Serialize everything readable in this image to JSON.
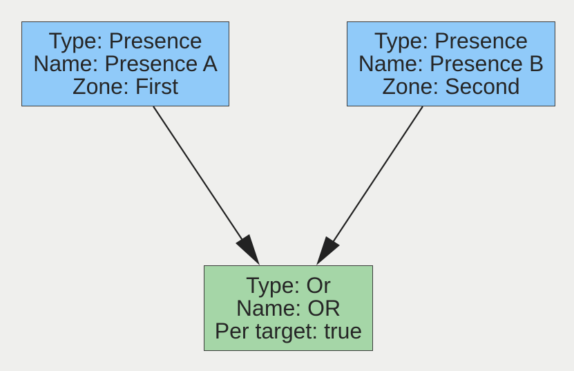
{
  "colors": {
    "background": "#efefed",
    "presence_fill": "#90caf9",
    "or_fill": "#a5d6a7",
    "border": "#3c3c3c",
    "edge": "#222222",
    "text": "#262626"
  },
  "nodes": {
    "presence_a": {
      "lines": [
        "Type: Presence",
        "Name: Presence A",
        "Zone: First"
      ]
    },
    "presence_b": {
      "lines": [
        "Type: Presence",
        "Name: Presence B",
        "Zone: Second"
      ]
    },
    "or": {
      "lines": [
        "Type: Or",
        "Name: OR",
        "Per target: true"
      ]
    }
  },
  "edges": [
    {
      "from": "presence_a",
      "to": "or"
    },
    {
      "from": "presence_b",
      "to": "or"
    }
  ]
}
